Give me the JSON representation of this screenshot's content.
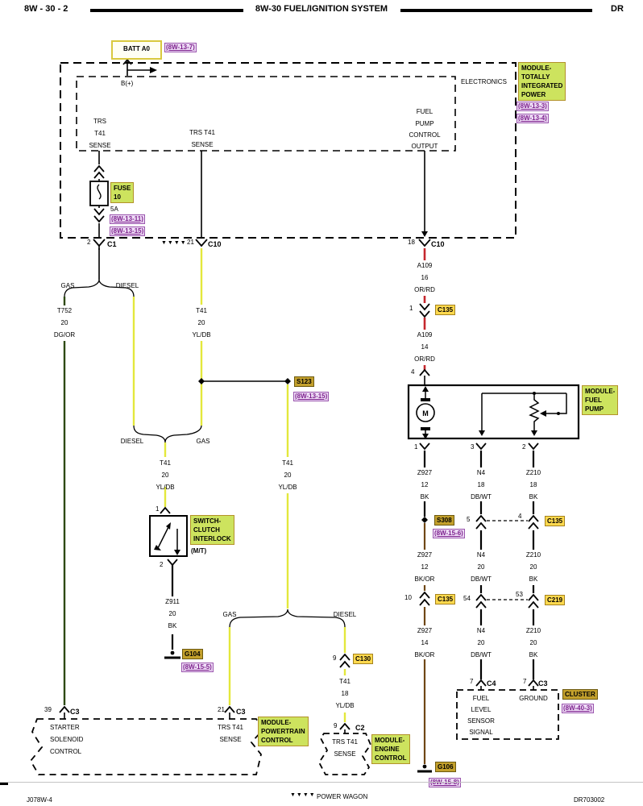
{
  "header": {
    "left": "8W - 30 - 2",
    "title": "8W-30 FUEL/IGNITION SYSTEM",
    "right": "DR"
  },
  "footer": {
    "doc": "J078W-4",
    "marker": "▼▼▼▼",
    "vehicle": "POWER WAGON",
    "code": "DR703002"
  },
  "colors": {
    "wire_yellow": "#e3e83c",
    "wire_red": "#c5272d",
    "wire_dark_green": "#2e4a12",
    "wire_brown": "#6f4715",
    "wire_black": "#000000",
    "tag_green": "#cde35e",
    "tag_yellow": "#ffd94e",
    "tag_gold": "#c3a02c",
    "ref_purple": "#7c1f8c"
  },
  "battery": {
    "label": "BATT A0",
    "ref": "(8W-13-7)",
    "bplus": "B(+)"
  },
  "tipm": {
    "electronics": "ELECTRONICS",
    "module": {
      "l1": "MODULE-",
      "l2": "TOTALLY",
      "l3": "INTEGRATED",
      "l4": "POWER"
    },
    "ref1": "(8W-13-3)",
    "ref2": "(8W-13-4)",
    "trs_a": {
      "l1": "TRS",
      "l2": "T41",
      "l3": "SENSE"
    },
    "trs_b": {
      "l1": "TRS T41",
      "l2": "SENSE"
    },
    "fp_out": {
      "l1": "FUEL",
      "l2": "PUMP",
      "l3": "CONTROL",
      "l4": "OUTPUT"
    },
    "fuse": {
      "name": "FUSE",
      "number": "10",
      "rating": "5A",
      "ref1": "(8W-13-11)",
      "ref2": "(8W-13-15)"
    },
    "c1": {
      "pin": "2",
      "name": "C1"
    },
    "c10a": {
      "marker": "▼▼▼▼",
      "pin": "21",
      "name": "C10"
    },
    "c10b": {
      "pin": "18",
      "name": "C10"
    }
  },
  "split_top": {
    "gas": "GAS",
    "diesel": "DIESEL"
  },
  "w_t752": {
    "l1": "T752",
    "l2": "20",
    "l3": "DG/OR"
  },
  "w_t41a": {
    "l1": "T41",
    "l2": "20",
    "l3": "YL/DB"
  },
  "s123": {
    "label": "S123",
    "ref": "(8W-13-15)"
  },
  "merge": {
    "diesel": "DIESEL",
    "gas": "GAS"
  },
  "w_t41b": {
    "l1": "T41",
    "l2": "20",
    "l3": "YL/DB"
  },
  "sw": {
    "pin1": "1",
    "pin2": "2",
    "l1": "SWITCH-",
    "l2": "CLUTCH",
    "l3": "INTERLOCK",
    "mt": "(M/T)"
  },
  "w_z911": {
    "l1": "Z911",
    "l2": "20",
    "l3": "BK"
  },
  "g104": {
    "label": "G104",
    "ref": "(8W-15-5)"
  },
  "w_t41c": {
    "l1": "T41",
    "l2": "20",
    "l3": "YL/DB"
  },
  "split_bot": {
    "gas": "GAS",
    "diesel": "DIESEL"
  },
  "pcm": {
    "pin_a": "39",
    "conn_a": "C3",
    "a1": "STARTER",
    "a2": "SOLENOID",
    "a3": "CONTROL",
    "pin_b": "21",
    "conn_b": "C3",
    "b1": "TRS T41",
    "b2": "SENSE",
    "m1": "MODULE-",
    "m2": "POWERTRAIN",
    "m3": "CONTROL"
  },
  "c130": {
    "pin": "9",
    "label": "C130"
  },
  "w_t41d": {
    "l1": "T41",
    "l2": "18",
    "l3": "YL/DB"
  },
  "ecm": {
    "pin": "9",
    "conn": "C2",
    "s1": "TRS T41",
    "s2": "SENSE",
    "m1": "MODULE-",
    "m2": "ENGINE",
    "m3": "CONTROL"
  },
  "w_a109a": {
    "l1": "A109",
    "l2": "16",
    "l3": "OR/RD"
  },
  "c135a": {
    "pin": "1",
    "label": "C135"
  },
  "w_a109b": {
    "l1": "A109",
    "l2": "14",
    "l3": "OR/RD"
  },
  "fp": {
    "pin_in": "4",
    "m1": "MODULE-",
    "m2": "FUEL",
    "m3": "PUMP",
    "motor": "M",
    "pin1": "1",
    "pin3": "3",
    "pin2": "2"
  },
  "w_z927a": {
    "l1": "Z927",
    "l2": "12",
    "l3": "BK"
  },
  "s308": {
    "label": "S308",
    "ref": "(8W-15-6)"
  },
  "w_z927b": {
    "l1": "Z927",
    "l2": "12",
    "l3": "BK/OR"
  },
  "c135c": {
    "pin": "10",
    "label": "C135"
  },
  "w_z927c": {
    "l1": "Z927",
    "l2": "14",
    "l3": "BK/OR"
  },
  "g106": {
    "label": "G106",
    "ref": "(8W-15-8)"
  },
  "w_n4a": {
    "l1": "N4",
    "l2": "18",
    "l3": "DB/WT"
  },
  "c135b": {
    "pin_l": "5",
    "pin_r": "4",
    "label": "C135"
  },
  "w_n4b": {
    "l1": "N4",
    "l2": "20",
    "l3": "DB/WT"
  },
  "c219": {
    "pin_l": "54",
    "pin_r": "53",
    "label": "C219"
  },
  "w_n4c": {
    "l1": "N4",
    "l2": "20",
    "l3": "DB/WT"
  },
  "w_z210a": {
    "l1": "Z210",
    "l2": "18",
    "l3": "BK"
  },
  "w_z210b": {
    "l1": "Z210",
    "l2": "20",
    "l3": "BK"
  },
  "w_z210c": {
    "l1": "Z210",
    "l2": "20",
    "l3": "BK"
  },
  "cluster": {
    "pin_a": "7",
    "conn_a": "C4",
    "s1": "FUEL",
    "s2": "LEVEL",
    "s3": "SENSOR",
    "s4": "SIGNAL",
    "pin_b": "7",
    "conn_b": "C3",
    "ground": "GROUND",
    "label": "CLUSTER",
    "ref": "(8W-40-3)"
  }
}
